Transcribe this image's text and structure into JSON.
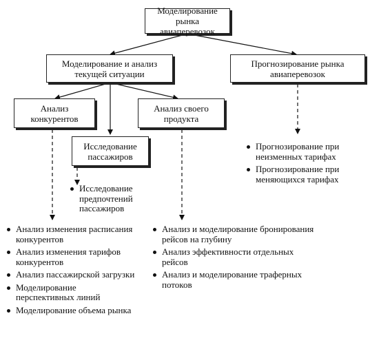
{
  "boxes": {
    "root": "Моделирование рынка авиаперевозок",
    "current": "Моделирование и анализ текущей ситуации",
    "forecast": "Прогнозирование рынка авиаперевозок",
    "competitors": "Анализ конкурентов",
    "passengers": "Исследование пассажиров",
    "product": "Анализ своего продукта"
  },
  "lists": {
    "forecast_items": [
      "Прогнозирование при неизменных тарифах",
      "Прогнозирование при меняющихся тарифах"
    ],
    "passenger_items": [
      "Исследование предпочтений пассажиров"
    ],
    "competitor_items": [
      "Анализ изменения расписания конкурентов",
      "Анализ изменения тарифов конкурентов",
      "Анализ пассажирской загрузки",
      "Моделирование перспективных линий",
      "Моделирование объема рынка"
    ],
    "product_items": [
      "Анализ и моделирование бронирования рейсов на глубину",
      "Анализ эффективности отдельных рейсов",
      "Анализ и моделирование траферных потоков"
    ]
  }
}
